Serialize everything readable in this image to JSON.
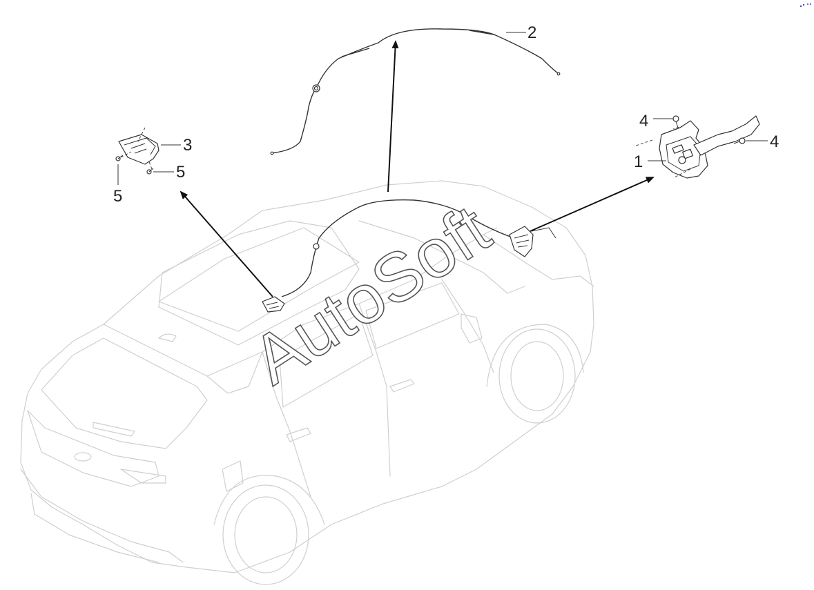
{
  "diagram": {
    "callouts": {
      "c1": "1",
      "c2": "2",
      "c3": "3",
      "c4a": "4",
      "c4b": "4",
      "c5a": "5",
      "c5b": "5"
    },
    "watermark": "AutoSoft",
    "colors": {
      "line": "#333333",
      "car_outline": "#cfcfcf",
      "background": "#ffffff"
    }
  }
}
